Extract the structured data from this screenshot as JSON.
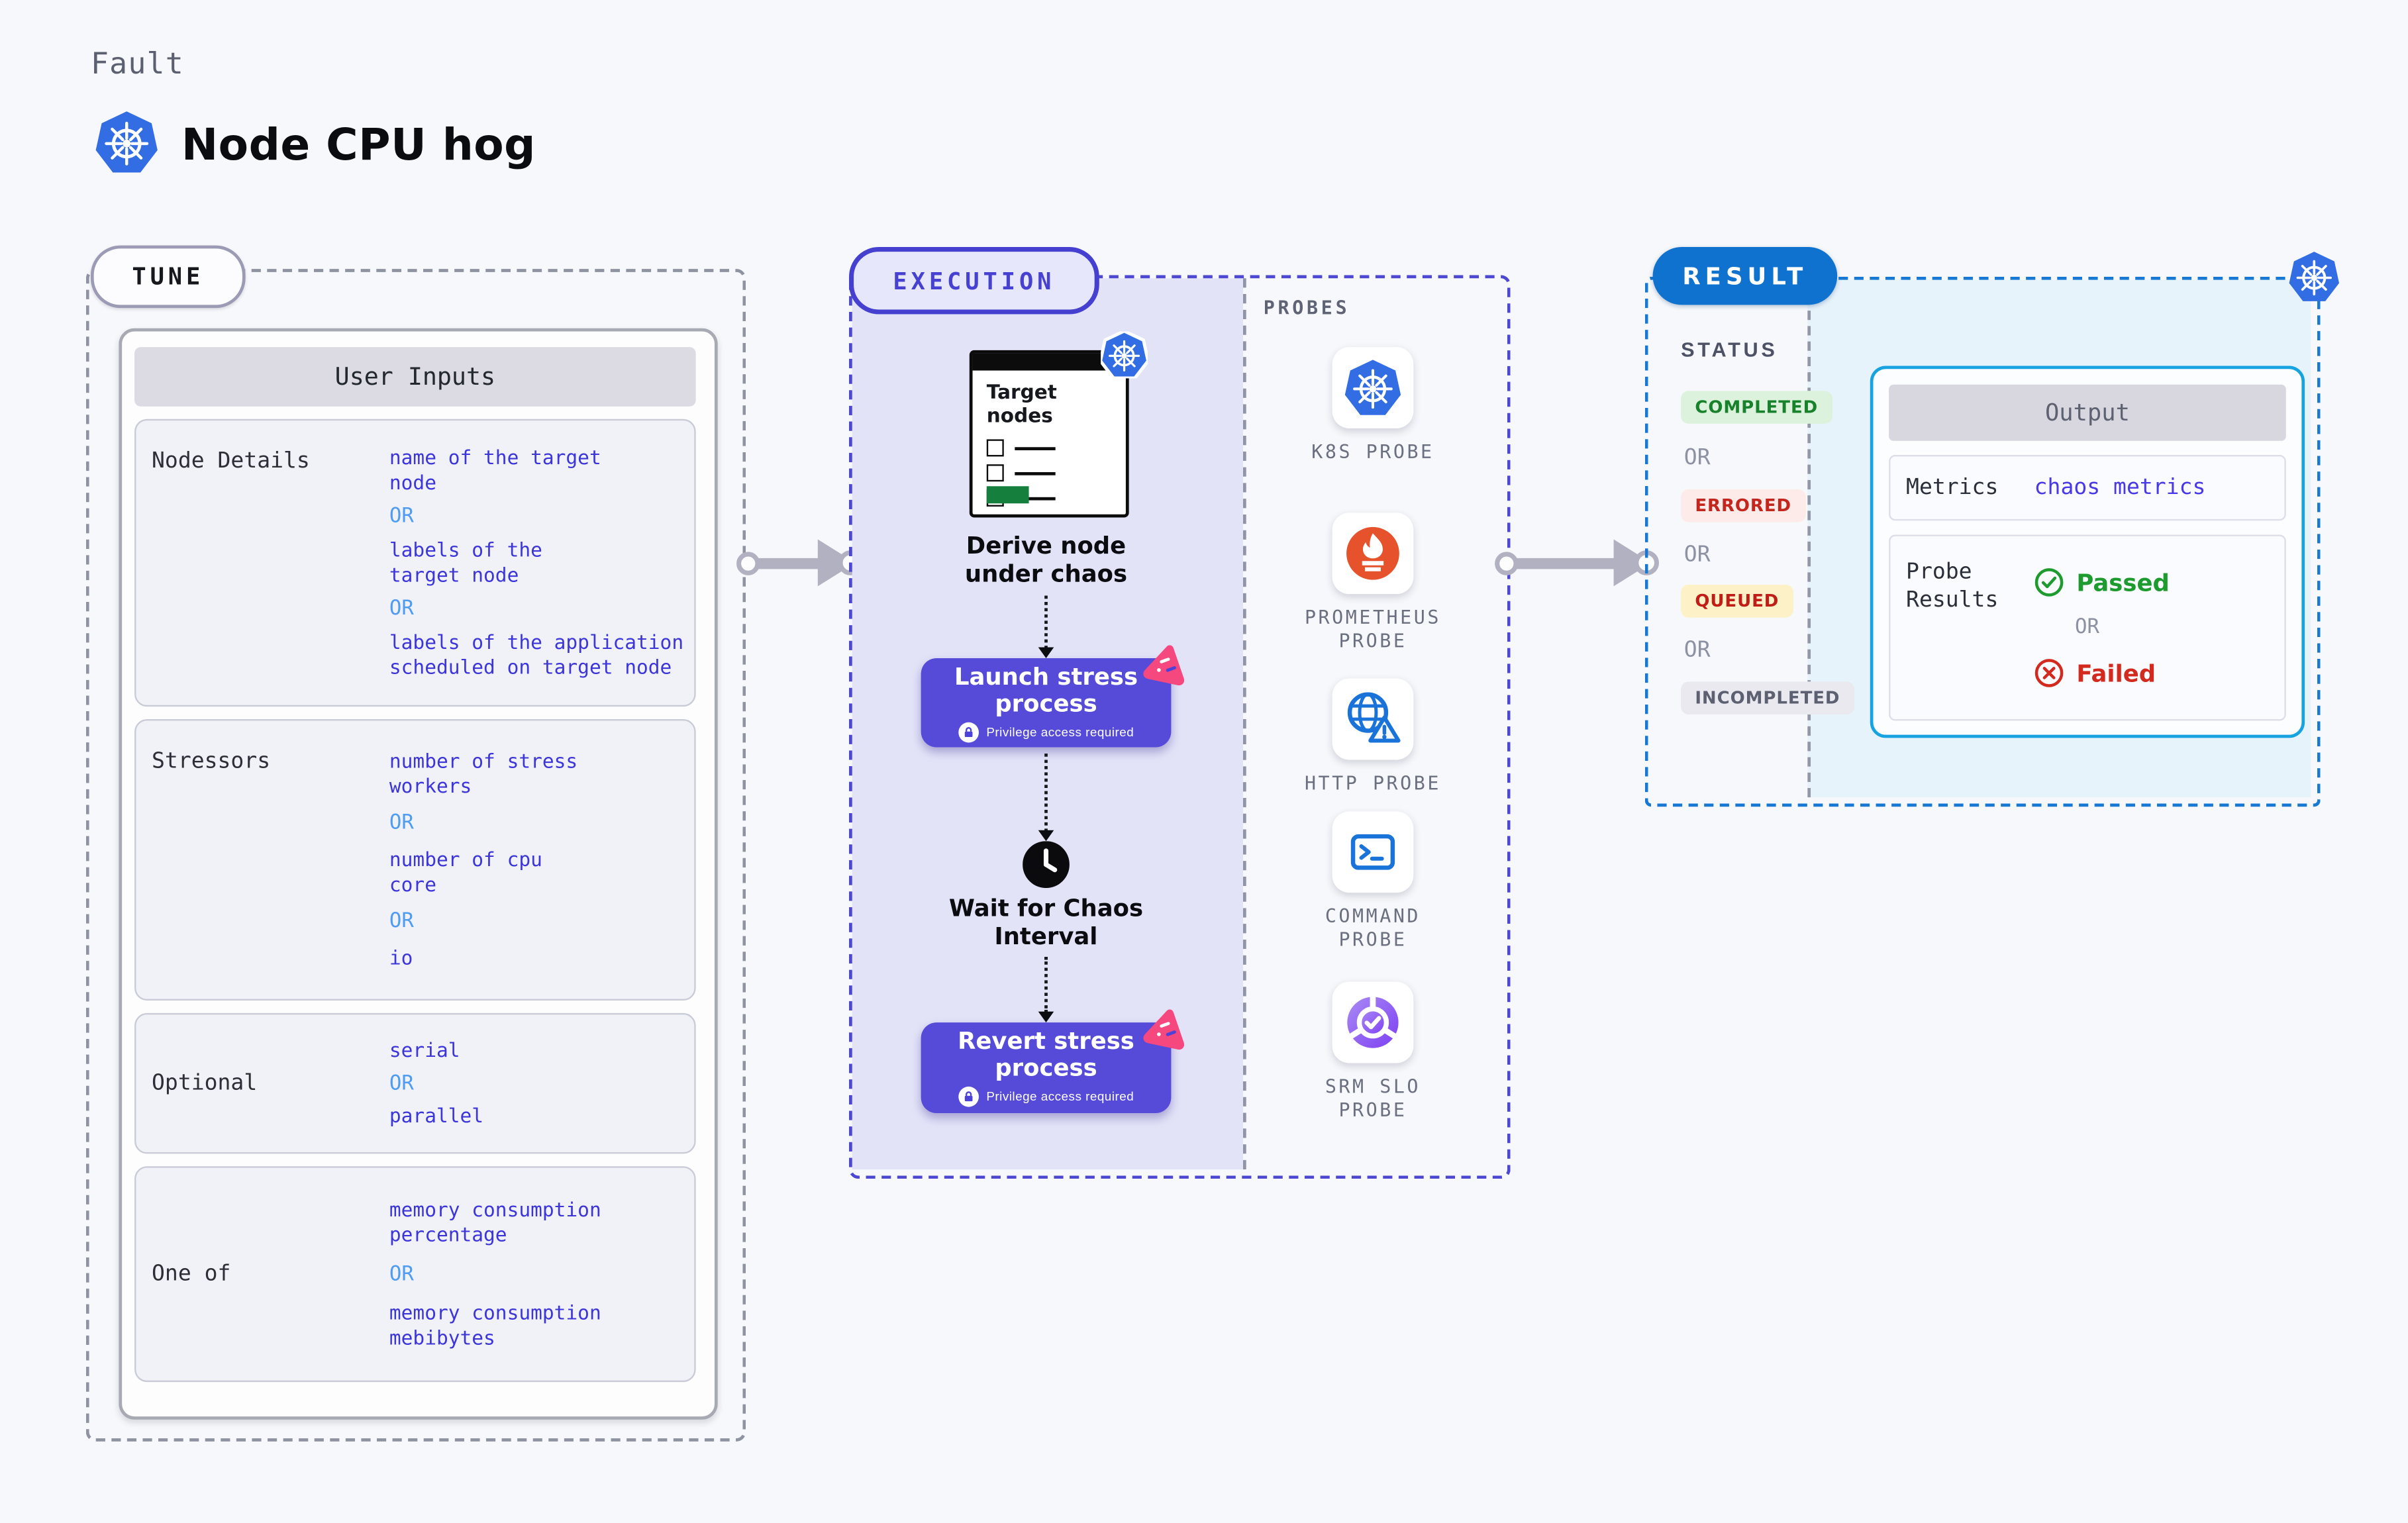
{
  "header": {
    "kicker": "Fault",
    "title": "Node CPU hog",
    "icon": "kubernetes-logo"
  },
  "tune": {
    "badge": "TUNE",
    "table_title": "User Inputs",
    "or_label": "OR",
    "rows": [
      {
        "label": "Node Details",
        "v0": "name of the target\nnode",
        "v1": "labels of the\ntarget node",
        "v2": "labels of the application\n scheduled on target node"
      },
      {
        "label": "Stressors",
        "v0": "number of stress\nworkers",
        "v1": "number of cpu\ncore",
        "v2": "io"
      },
      {
        "label": "Optional",
        "v0": "serial",
        "v1": "parallel"
      },
      {
        "label": "One of",
        "v0": "memory consumption\npercentage",
        "v1": "memory consumption\nmebibytes"
      }
    ]
  },
  "execution": {
    "badge": "EXECUTION",
    "target_card_title": "Target\nnodes",
    "derive_caption": "Derive node under chaos",
    "launch_label": "Launch stress process",
    "privilege_note": "Privilege access required",
    "wait_caption": "Wait for Chaos Interval",
    "revert_label": "Revert stress process"
  },
  "probes": {
    "title": "PROBES",
    "items": [
      {
        "name": "K8S PROBE",
        "icon": "kubernetes-probe-icon"
      },
      {
        "name": "PROMETHEUS\nPROBE",
        "icon": "prometheus-probe-icon"
      },
      {
        "name": "HTTP PROBE",
        "icon": "http-probe-icon"
      },
      {
        "name": "COMMAND\nPROBE",
        "icon": "command-probe-icon"
      },
      {
        "name": "SRM SLO\nPROBE",
        "icon": "srm-slo-probe-icon"
      }
    ]
  },
  "result": {
    "badge": "RESULT",
    "status_title": "STATUS",
    "or_label": "OR",
    "statuses": [
      {
        "label": "COMPLETED",
        "style": "background:#ddf2dc;color:#17812b"
      },
      {
        "label": "ERRORED",
        "style": "background:#fcebe9;color:#c3261c"
      },
      {
        "label": "QUEUED",
        "style": "background:#fcf1c7;color:#bf1d15"
      },
      {
        "label": "INCOMPLETED",
        "style": "background:#e9e9ef;color:#5c6070"
      }
    ],
    "output": {
      "title": "Output",
      "metrics_label": "Metrics",
      "metrics_value": "chaos metrics",
      "probe_results_label": "Probe\nResults",
      "passed_label": "Passed",
      "failed_label": "Failed"
    }
  },
  "colors": {
    "page_bg": "#f7f8fb",
    "kubernetes_blue": "#326de4",
    "tune_value_indigo": "#3c35da",
    "or_azure": "#4f9cf3",
    "execution_accent": "#4540cf",
    "execution_fill": "#e3e3f8",
    "chaos_button": "#554bd8",
    "chaos_pink": "#f5487f",
    "prometheus_orange": "#e6522c",
    "probe_icon_blue": "#1a73d8",
    "srm_purple": "#7e3ff2",
    "result_blue": "#0e72ce",
    "output_border_cyan": "#16a3e0",
    "passed_green": "#1d9b2f",
    "failed_red": "#d32a1f",
    "target_green": "#15803d"
  }
}
